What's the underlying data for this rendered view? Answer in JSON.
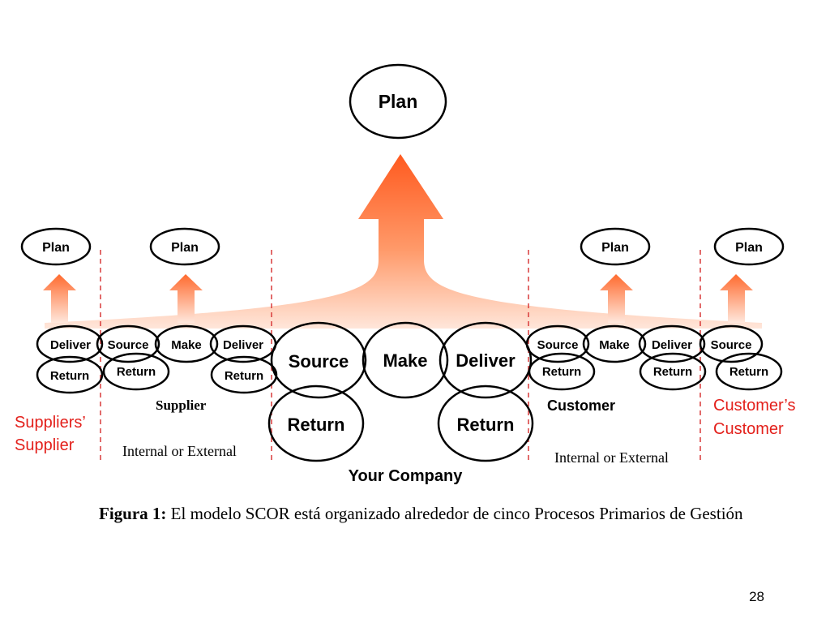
{
  "diagram": {
    "top_plan": "Plan",
    "side_plans": [
      "Plan",
      "Plan",
      "Plan",
      "Plan"
    ],
    "nodes": {
      "deliver": "Deliver",
      "source": "Source",
      "make": "Make",
      "return": "Return"
    },
    "labels": {
      "suppliers_supplier_line1": "Suppliers’",
      "suppliers_supplier_line2": "Supplier",
      "supplier": "Supplier",
      "supplier_internal_external": "Internal or External",
      "your_company": "Your Company",
      "customer": "Customer",
      "customer_internal_external": "Internal or External",
      "customers_customer_line1": "Customer’s",
      "customers_customer_line2": "Customer"
    },
    "caption": {
      "prefix": "Figura 1:",
      "text": " El modelo SCOR está organizado alrededor de cinco Procesos Primarios de Gestión"
    },
    "colors": {
      "accent": "#ff6a2e",
      "red_label": "#e3201b",
      "divider": "#d93a3a"
    }
  },
  "page_number": "28"
}
